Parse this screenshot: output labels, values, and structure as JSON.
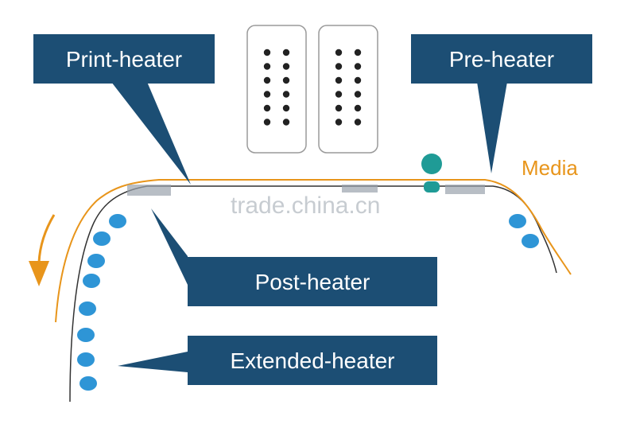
{
  "labels": {
    "print_heater": "Print-heater",
    "pre_heater": "Pre-heater",
    "post_heater": "Post-heater",
    "extended_heater": "Extended-heater",
    "media": "Media"
  },
  "watermark": "trade.china.cn",
  "colors": {
    "callout_fill": "#1c4e74",
    "callout_text": "#ffffff",
    "media_line": "#e8951b",
    "heater_dot": "#2e95d6",
    "teal_dot": "#1f9b96",
    "nozzle_dot": "#222222",
    "platen_line": "#333333"
  },
  "icons": {
    "print_head_left": "print-head-icon",
    "print_head_right": "print-head-icon",
    "feed_direction_arrow": "arrow-down-icon"
  }
}
